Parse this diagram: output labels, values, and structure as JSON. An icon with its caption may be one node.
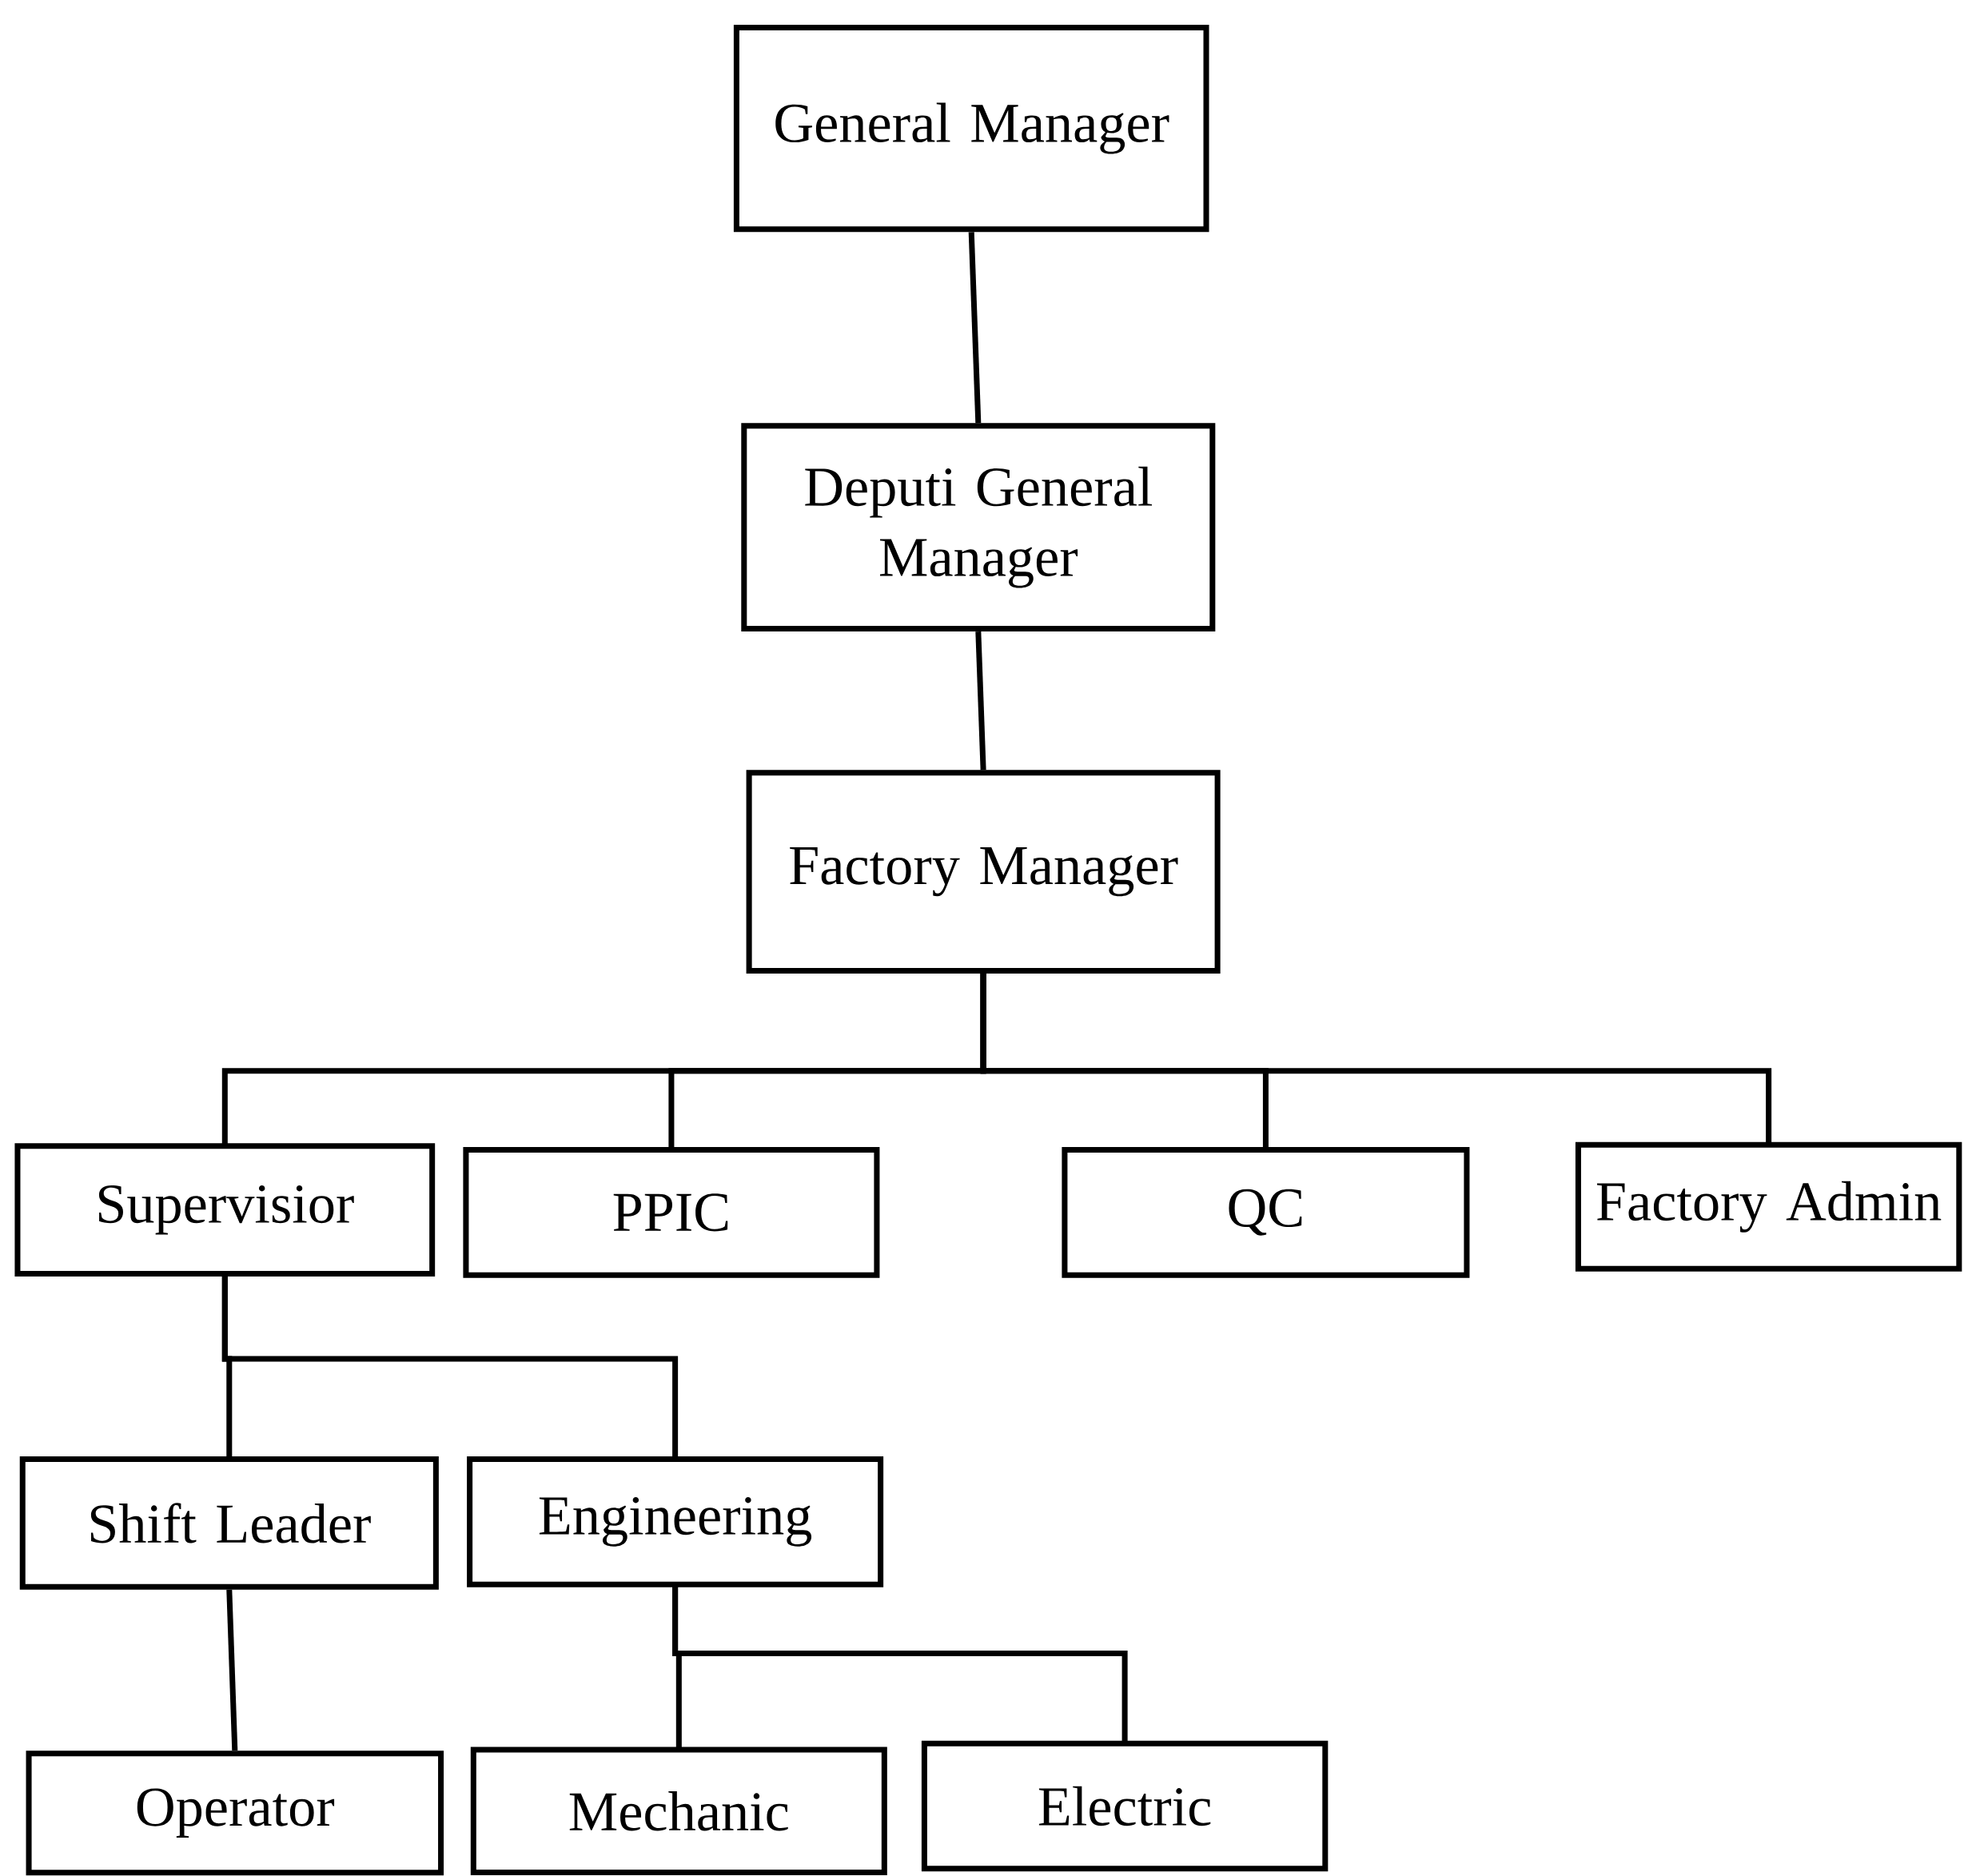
{
  "diagram": {
    "nodes": [
      {
        "text": [
          "General Manager"
        ]
      },
      {
        "text": [
          "Deputi General Manager"
        ]
      },
      {
        "text": [
          "Factory Manager"
        ]
      },
      {
        "text": [
          "Supervisior"
        ]
      },
      {
        "text": [
          "PPIC"
        ]
      },
      {
        "text": [
          "QC"
        ]
      },
      {
        "text": [
          "Factory Admin"
        ]
      },
      {
        "text": [
          "Shift Leader"
        ]
      },
      {
        "text": [
          "Engineering"
        ]
      },
      {
        "text": [
          "Operator"
        ]
      },
      {
        "text": [
          "Mechanic"
        ]
      },
      {
        "text": [
          "Electric"
        ]
      }
    ],
    "edges": [
      {
        "from": 0,
        "to": 1,
        "arrow": "none"
      },
      {
        "from": 1,
        "to": 2,
        "arrow": "none"
      },
      {
        "from": 2,
        "to": 3,
        "arrow": "none"
      },
      {
        "from": 2,
        "to": 4,
        "arrow": "none"
      },
      {
        "from": 2,
        "to": 5,
        "arrow": "none"
      },
      {
        "from": 2,
        "to": 6,
        "arrow": "none"
      },
      {
        "from": 3,
        "to": 7,
        "arrow": "none"
      },
      {
        "from": 3,
        "to": 8,
        "arrow": "none"
      },
      {
        "from": 7,
        "to": 9,
        "arrow": "none"
      },
      {
        "from": 8,
        "to": 10,
        "arrow": "none"
      },
      {
        "from": 8,
        "to": 11,
        "arrow": "none"
      }
    ]
  }
}
